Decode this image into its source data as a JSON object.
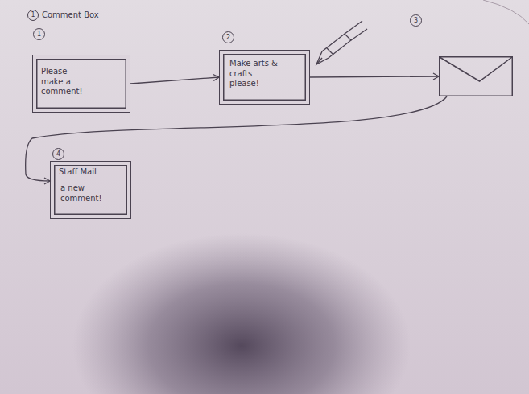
{
  "diagram": {
    "title": "Comment Box",
    "nodes": [
      {
        "text": [
          "1",
          "Please make a comment!"
        ]
      },
      {
        "text": [
          "2",
          "Make arts & crafts please!"
        ]
      },
      {
        "text": [
          "3"
        ]
      },
      {
        "text": [
          "4",
          "Staff Mail",
          "a new comment!"
        ]
      }
    ],
    "edges": [
      {
        "from": 0,
        "to": 1,
        "arrow": "to"
      },
      {
        "from": 1,
        "to": 2,
        "arrow": "to"
      },
      {
        "from": 2,
        "to": 3,
        "arrow": "to"
      }
    ],
    "labels": [
      "1"
    ]
  }
}
